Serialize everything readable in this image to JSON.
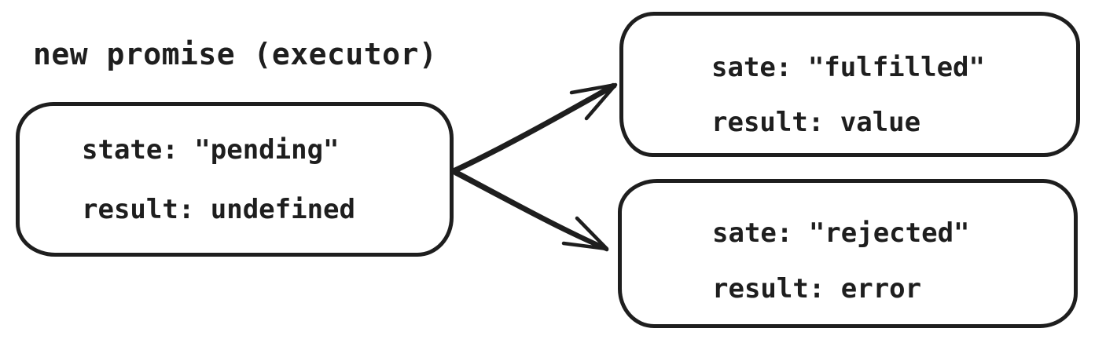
{
  "title": "new promise (executor)",
  "colors": {
    "stroke": "#1e1e1e",
    "background": "#ffffff"
  },
  "nodes": {
    "pending": {
      "state_line": "state: \"pending\"",
      "result_line": "result: undefined"
    },
    "fulfilled": {
      "state_line": "sate: \"fulfilled\"",
      "result_line": "result: value"
    },
    "rejected": {
      "state_line": "sate: \"rejected\"",
      "result_line": "result: error"
    }
  },
  "edges": {
    "to_fulfilled": "pending -> fulfilled",
    "to_rejected": "pending -> rejected"
  }
}
